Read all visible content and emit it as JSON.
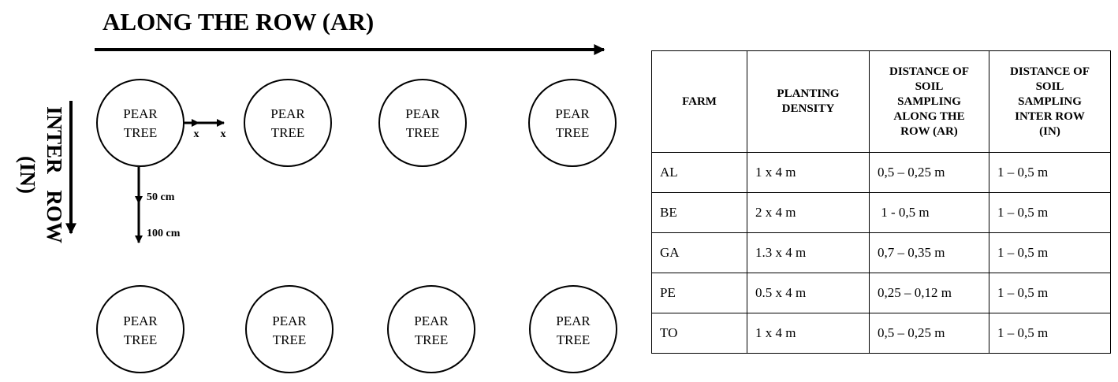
{
  "diagram": {
    "title": "ALONG THE ROW (AR)",
    "side_label_line1": "INTER ROW",
    "side_label_line2": "(IN)",
    "tree_label_line1": "PEAR",
    "tree_label_line2": "TREE",
    "x_marker": "x",
    "distance_50": "50 cm",
    "distance_100": "100 cm"
  },
  "table": {
    "headers": [
      [
        "FARM"
      ],
      [
        "PLANTING",
        "DENSITY"
      ],
      [
        "DISTANCE OF",
        "SOIL",
        "SAMPLING",
        "ALONG THE",
        "ROW (AR)"
      ],
      [
        "DISTANCE OF",
        "SOIL",
        "SAMPLING",
        "INTER ROW",
        "(IN)"
      ]
    ],
    "rows": [
      [
        "AL",
        "1 x 4 m",
        "0,5 – 0,25 m",
        "1 – 0,5 m"
      ],
      [
        "BE",
        "2 x 4 m",
        " 1 - 0,5 m",
        "1 – 0,5 m"
      ],
      [
        "GA",
        "1.3 x 4 m",
        "0,7 – 0,35 m",
        "1 – 0,5 m"
      ],
      [
        "PE",
        "0.5 x 4 m",
        "0,25 – 0,12 m",
        "1 – 0,5 m"
      ],
      [
        "TO",
        "1 x 4 m",
        "0,5 – 0,25 m",
        "1 – 0,5 m"
      ]
    ]
  }
}
